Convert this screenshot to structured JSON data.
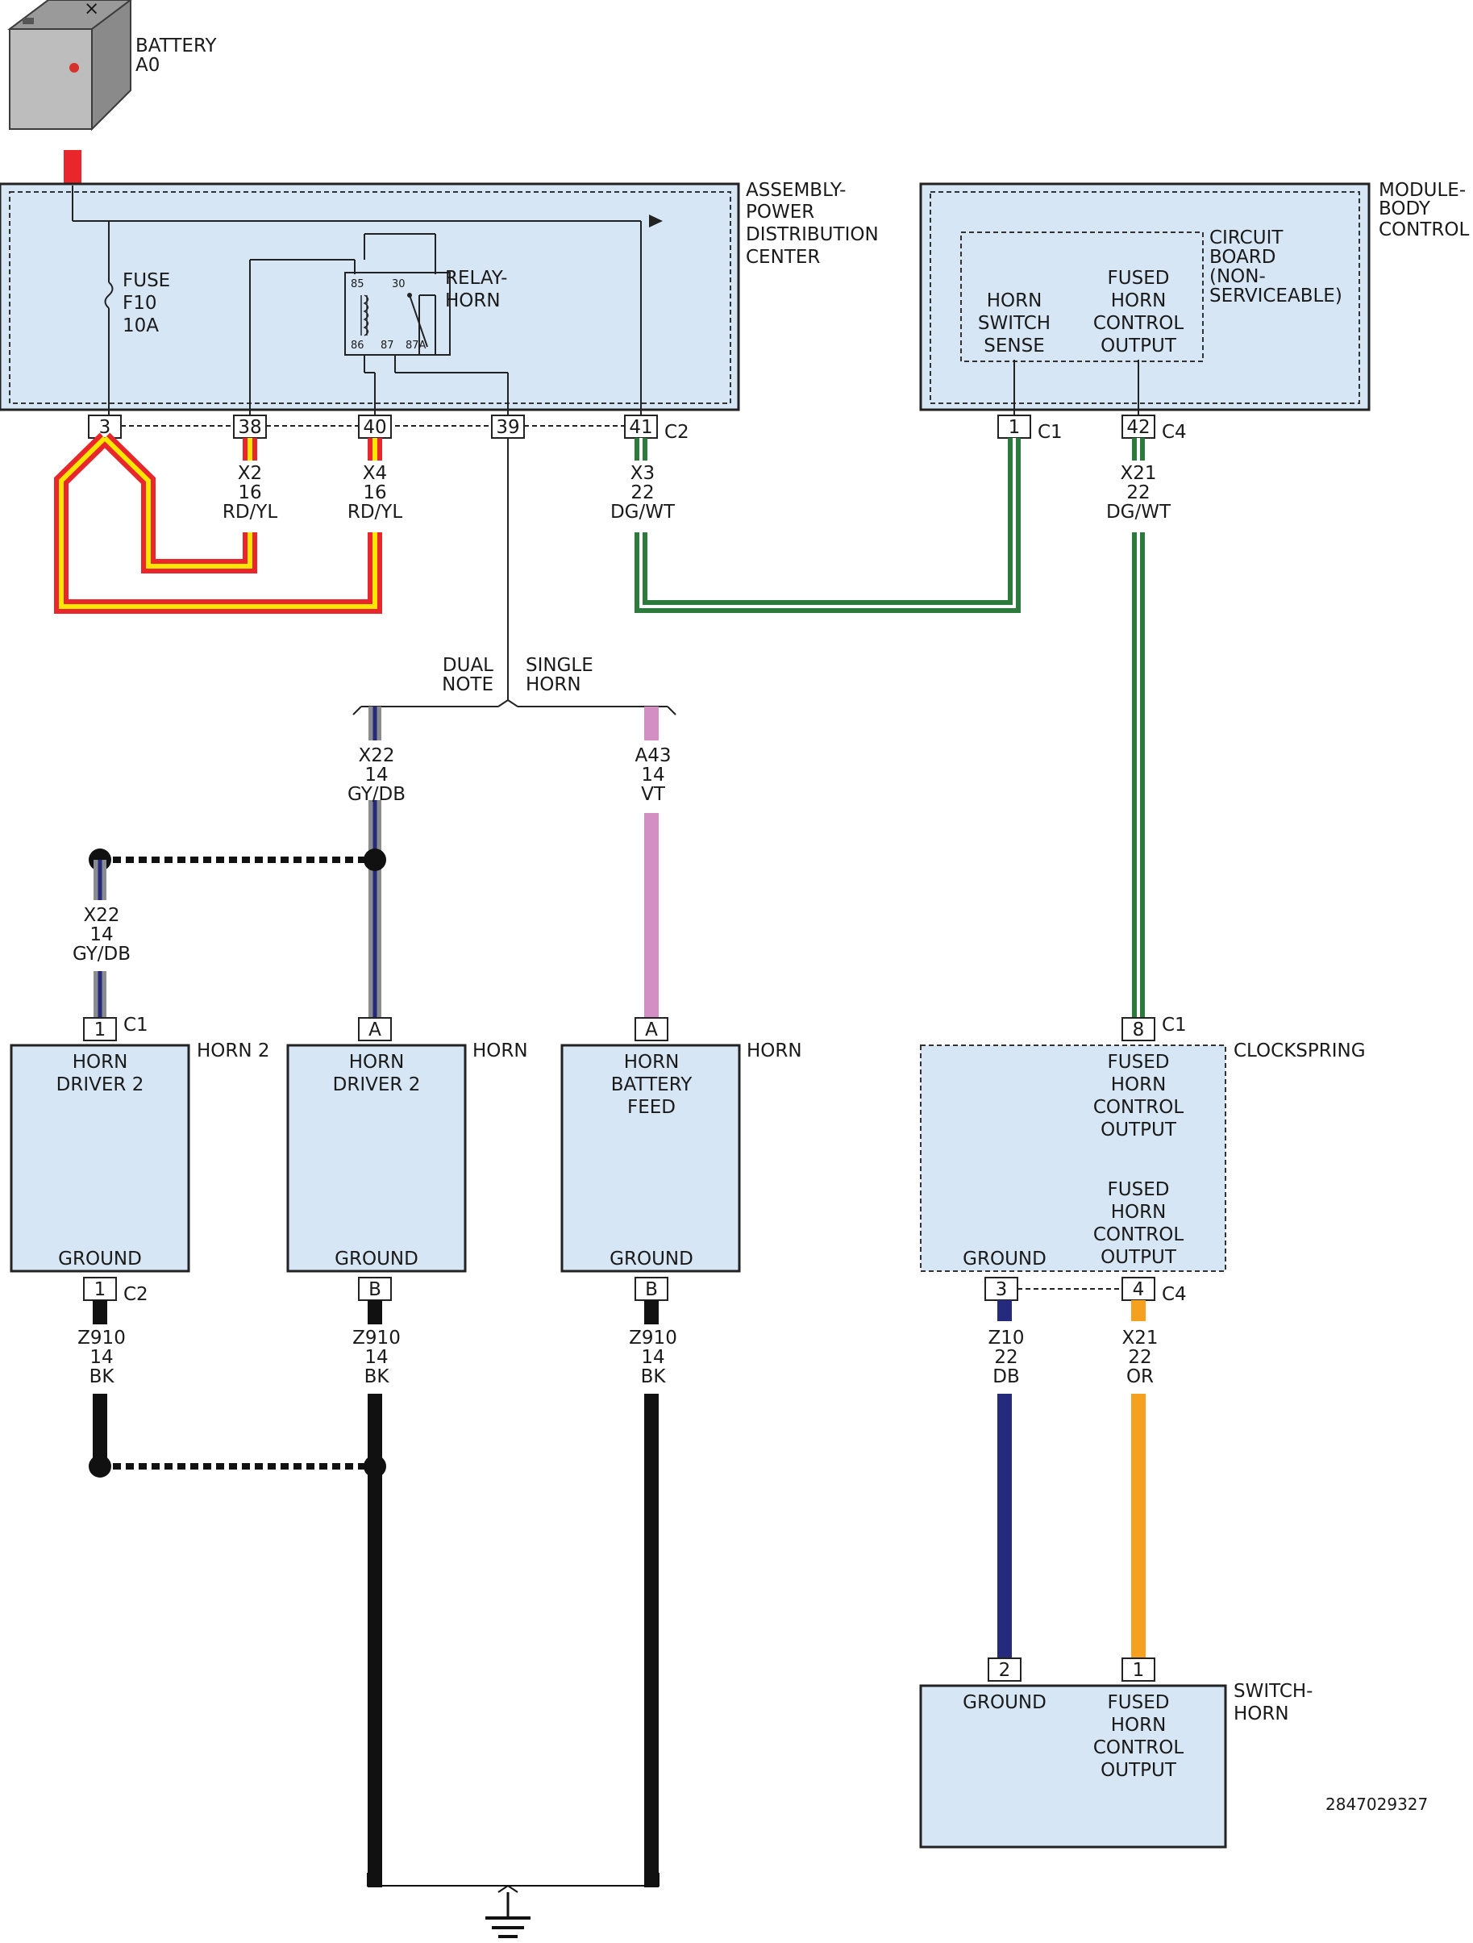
{
  "battery": {
    "label": "BATTERY",
    "code": "A0"
  },
  "pdc": {
    "name_lines": [
      "ASSEMBLY-",
      "POWER",
      "DISTRIBUTION",
      "CENTER"
    ],
    "fuse_lines": [
      "FUSE",
      "F10",
      "10A"
    ],
    "relay_lines": [
      "RELAY-",
      "HORN"
    ],
    "relay_pins": [
      "85",
      "30",
      "86",
      "87",
      "87A"
    ],
    "connector": "C2",
    "pins": [
      "3",
      "38",
      "40",
      "39",
      "41"
    ]
  },
  "bcm": {
    "name_lines": [
      "MODULE-",
      "BODY",
      "CONTROL"
    ],
    "board_lines": [
      "CIRCUIT",
      "BOARD",
      "(NON-",
      "SERVICEABLE)"
    ],
    "sense_lines": [
      "HORN",
      "SWITCH",
      "SENSE"
    ],
    "output_lines": [
      "FUSED",
      "HORN",
      "CONTROL",
      "OUTPUT"
    ],
    "pins": [
      {
        "pin": "1",
        "connector": "C1"
      },
      {
        "pin": "42",
        "connector": "C4"
      }
    ]
  },
  "wires": {
    "x2": [
      "X2",
      "16",
      "RD/YL"
    ],
    "x4": [
      "X4",
      "16",
      "RD/YL"
    ],
    "x3": [
      "X3",
      "22",
      "DG/WT"
    ],
    "x21_top": [
      "X21",
      "22",
      "DG/WT"
    ],
    "x22_main": [
      "X22",
      "14",
      "GY/DB"
    ],
    "x22_horn2": [
      "X22",
      "14",
      "GY/DB"
    ],
    "a43": [
      "A43",
      "14",
      "VT"
    ],
    "z910_1": [
      "Z910",
      "14",
      "BK"
    ],
    "z910_2": [
      "Z910",
      "14",
      "BK"
    ],
    "z910_3": [
      "Z910",
      "14",
      "BK"
    ],
    "z10": [
      "Z10",
      "22",
      "DB"
    ],
    "x21_bottom": [
      "X21",
      "22",
      "OR"
    ]
  },
  "options": {
    "dual": [
      "DUAL",
      "NOTE"
    ],
    "single": [
      "SINGLE",
      "HORN"
    ]
  },
  "horn2": {
    "name": "HORN 2",
    "top_lines": [
      "HORN",
      "DRIVER 2"
    ],
    "ground": "GROUND",
    "pin_top": "1",
    "conn_top": "C1",
    "pin_bottom": "1",
    "conn_bottom": "C2"
  },
  "horn_dual": {
    "name": "HORN",
    "top_lines": [
      "HORN",
      "DRIVER 2"
    ],
    "ground": "GROUND",
    "pin_top": "A",
    "pin_bottom": "B"
  },
  "horn_single": {
    "name": "HORN",
    "top_lines": [
      "HORN",
      "BATTERY",
      "FEED"
    ],
    "ground": "GROUND",
    "pin_top": "A",
    "pin_bottom": "B"
  },
  "clockspring": {
    "name": "CLOCKSPRING",
    "output1_lines": [
      "FUSED",
      "HORN",
      "CONTROL",
      "OUTPUT"
    ],
    "output2_lines": [
      "FUSED",
      "HORN",
      "CONTROL",
      "OUTPUT"
    ],
    "ground": "GROUND",
    "pin_top": "8",
    "conn_top": "C1",
    "pin_ground": "3",
    "pin_output": "4",
    "conn_bottom": "C4"
  },
  "switch": {
    "name_lines": [
      "SWITCH-",
      "HORN"
    ],
    "ground": "GROUND",
    "output_lines": [
      "FUSED",
      "HORN",
      "CONTROL",
      "OUTPUT"
    ],
    "pin_ground": "2",
    "pin_output": "1"
  },
  "doc_number": "2847029327",
  "colors": {
    "box_fill": "#d7e6f5",
    "red": "#e8262b",
    "yellow": "#ffe600",
    "green": "#2c7a3c",
    "gray": "#8a8c8e",
    "dark_blue": "#262a7c",
    "violet": "#d38fc4",
    "orange": "#f5a11f",
    "black": "#111111"
  }
}
